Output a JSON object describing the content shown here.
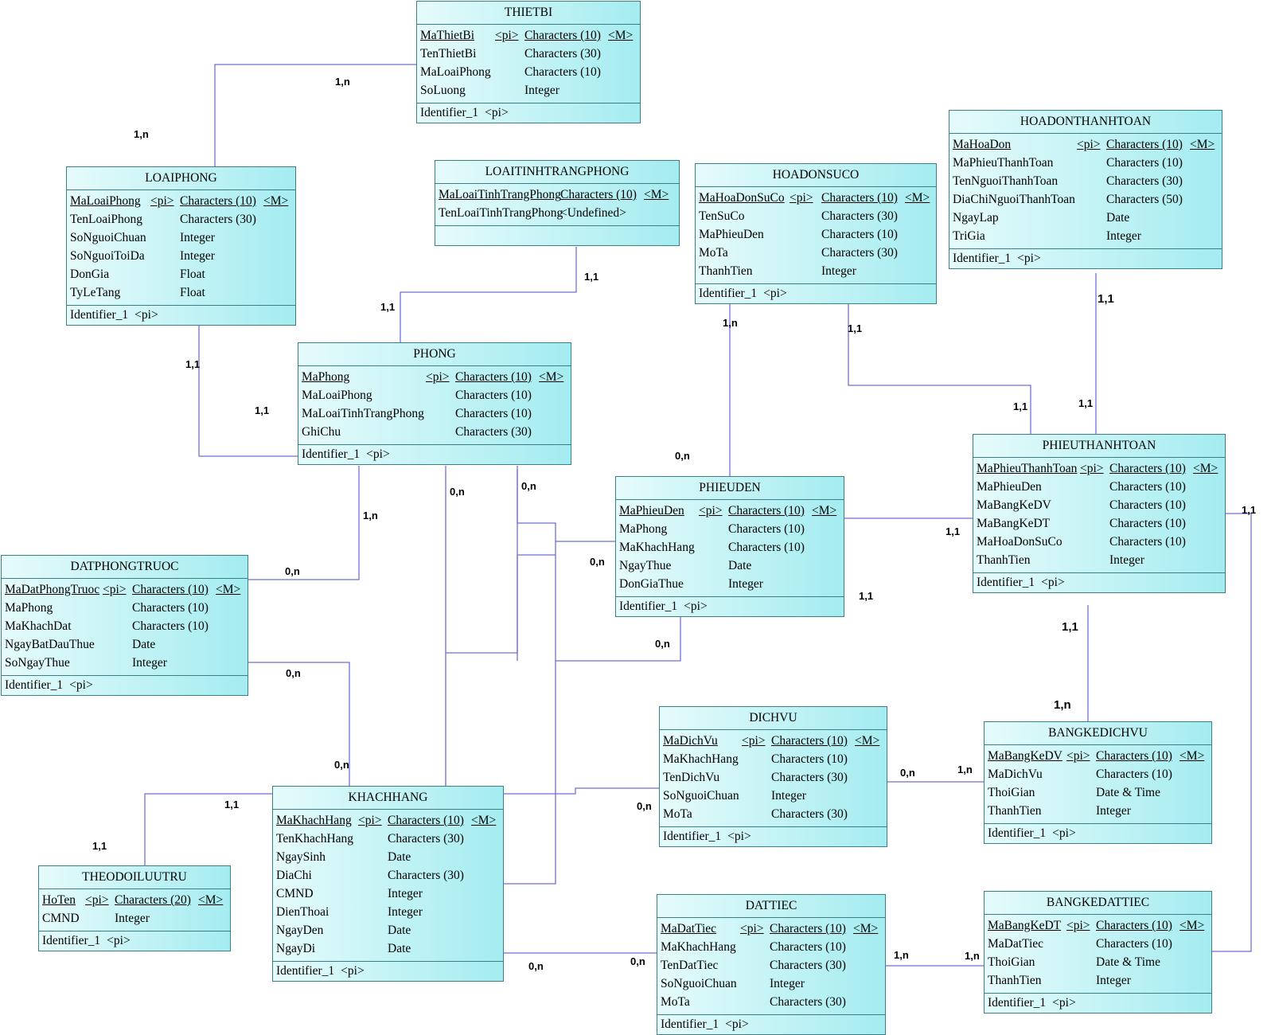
{
  "entities": [
    {
      "id": "thietbi",
      "name": "THIETBI",
      "attrs": [
        {
          "name": "MaThietBi",
          "pi": "<pi>",
          "type": "Characters (10)",
          "m": "<M>"
        },
        {
          "name": "TenThietBi",
          "type": "Characters (30)"
        },
        {
          "name": "MaLoaiPhong",
          "type": "Characters (10)"
        },
        {
          "name": "SoLuong",
          "type": "Integer"
        }
      ],
      "identifier": "Identifier_1",
      "identifier_tag": "<pi>"
    },
    {
      "id": "loaiphong",
      "name": "LOAIPHONG",
      "attrs": [
        {
          "name": "MaLoaiPhong",
          "pi": "<pi>",
          "type": "Characters (10)",
          "m": "<M>"
        },
        {
          "name": "TenLoaiPhong",
          "type": "Characters (30)"
        },
        {
          "name": "SoNguoiChuan",
          "type": "Integer"
        },
        {
          "name": "SoNguoiToiDa",
          "type": "Integer"
        },
        {
          "name": "DonGia",
          "type": "Float"
        },
        {
          "name": "TyLeTang",
          "type": "Float"
        }
      ],
      "identifier": "Identifier_1",
      "identifier_tag": "<pi>"
    },
    {
      "id": "loaitinhtrangphong",
      "name": "LOAITINHTRANGPHONG",
      "attrs": [
        {
          "name": "MaLoaiTinhTrangPhong",
          "type": "Characters (10)",
          "m": "<M>"
        },
        {
          "name": "TenLoaiTinhTrangPhong",
          "type": "<Undefined>"
        }
      ],
      "identifier": "",
      "identifier_tag": ""
    },
    {
      "id": "hoadonsuco",
      "name": "HOADONSUCO",
      "attrs": [
        {
          "name": "MaHoaDonSuCo",
          "pi": "<pi>",
          "type": "Characters (10)",
          "m": "<M>"
        },
        {
          "name": "TenSuCo",
          "type": "Characters (30)"
        },
        {
          "name": "MaPhieuDen",
          "type": "Characters (10)"
        },
        {
          "name": "MoTa",
          "type": "Characters (30)"
        },
        {
          "name": "ThanhTien",
          "type": "Integer"
        }
      ],
      "identifier": "Identifier_1",
      "identifier_tag": "<pi>"
    },
    {
      "id": "hoadonthanhtoan",
      "name": "HOADONTHANHTOAN",
      "attrs": [
        {
          "name": "MaHoaDon",
          "pi": "<pi>",
          "type": "Characters (10)",
          "m": "<M>"
        },
        {
          "name": "MaPhieuThanhToan",
          "type": "Characters (10)"
        },
        {
          "name": "TenNguoiThanhToan",
          "type": "Characters (30)"
        },
        {
          "name": "DiaChiNguoiThanhToan",
          "type": "Characters (50)"
        },
        {
          "name": "NgayLap",
          "type": "Date"
        },
        {
          "name": "TriGia",
          "type": "Integer"
        }
      ],
      "identifier": "Identifier_1",
      "identifier_tag": "<pi>"
    },
    {
      "id": "phong",
      "name": "PHONG",
      "attrs": [
        {
          "name": "MaPhong",
          "pi": "<pi>",
          "type": "Characters (10)",
          "m": "<M>"
        },
        {
          "name": "MaLoaiPhong",
          "type": "Characters (10)"
        },
        {
          "name": "MaLoaiTinhTrangPhong",
          "type": "Characters (10)"
        },
        {
          "name": "GhiChu",
          "type": "Characters (30)"
        }
      ],
      "identifier": "Identifier_1",
      "identifier_tag": "<pi>"
    },
    {
      "id": "phieuthanhtoan",
      "name": "PHIEUTHANHTOAN",
      "attrs": [
        {
          "name": "MaPhieuThanhToan",
          "pi": "<pi>",
          "type": "Characters (10)",
          "m": "<M>"
        },
        {
          "name": "MaPhieuDen",
          "type": "Characters (10)"
        },
        {
          "name": "MaBangKeDV",
          "type": "Characters (10)"
        },
        {
          "name": "MaBangKeDT",
          "type": "Characters (10)"
        },
        {
          "name": "MaHoaDonSuCo",
          "type": "Characters (10)"
        },
        {
          "name": "ThanhTien",
          "type": "Integer"
        }
      ],
      "identifier": "Identifier_1",
      "identifier_tag": "<pi>"
    },
    {
      "id": "phieuden",
      "name": "PHIEUDEN",
      "attrs": [
        {
          "name": "MaPhieuDen",
          "pi": "<pi>",
          "type": "Characters (10)",
          "m": "<M>"
        },
        {
          "name": "MaPhong",
          "type": "Characters (10)"
        },
        {
          "name": "MaKhachHang",
          "type": "Characters (10)"
        },
        {
          "name": "NgayThue",
          "type": "Date"
        },
        {
          "name": "DonGiaThue",
          "type": "Integer"
        }
      ],
      "identifier": "Identifier_1",
      "identifier_tag": "<pi>"
    },
    {
      "id": "datphongtruoc",
      "name": "DATPHONGTRUOC",
      "attrs": [
        {
          "name": "MaDatPhongTruoc",
          "pi": "<pi>",
          "type": "Characters (10)",
          "m": "<M>"
        },
        {
          "name": "MaPhong",
          "type": "Characters (10)"
        },
        {
          "name": "MaKhachDat",
          "type": "Characters (10)"
        },
        {
          "name": "NgayBatDauThue",
          "type": "Date"
        },
        {
          "name": "SoNgayThue",
          "type": "Integer"
        }
      ],
      "identifier": "Identifier_1",
      "identifier_tag": "<pi>"
    },
    {
      "id": "dichvu",
      "name": "DICHVU",
      "attrs": [
        {
          "name": "MaDichVu",
          "pi": "<pi>",
          "type": "Characters (10)",
          "m": "<M>"
        },
        {
          "name": "MaKhachHang",
          "type": "Characters (10)"
        },
        {
          "name": "TenDichVu",
          "type": "Characters (30)"
        },
        {
          "name": "SoNguoiChuan",
          "type": "Integer"
        },
        {
          "name": "MoTa",
          "type": "Characters (30)"
        }
      ],
      "identifier": "Identifier_1",
      "identifier_tag": "<pi>"
    },
    {
      "id": "bangkedichvu",
      "name": "BANGKEDICHVU",
      "attrs": [
        {
          "name": "MaBangKeDV",
          "pi": "<pi>",
          "type": "Characters (10)",
          "m": "<M>"
        },
        {
          "name": "MaDichVu",
          "type": "Characters (10)"
        },
        {
          "name": "ThoiGian",
          "type": "Date & Time"
        },
        {
          "name": "ThanhTien",
          "type": "Integer"
        }
      ],
      "identifier": "Identifier_1",
      "identifier_tag": "<pi>"
    },
    {
      "id": "khachhang",
      "name": "KHACHHANG",
      "attrs": [
        {
          "name": "MaKhachHang",
          "pi": "<pi>",
          "type": "Characters (10)",
          "m": "<M>"
        },
        {
          "name": "TenKhachHang",
          "type": "Characters (30)"
        },
        {
          "name": "NgaySinh",
          "type": "Date"
        },
        {
          "name": "DiaChi",
          "type": "Characters (30)"
        },
        {
          "name": "CMND",
          "type": "Integer"
        },
        {
          "name": "DienThoai",
          "type": "Integer"
        },
        {
          "name": "NgayDen",
          "type": "Date"
        },
        {
          "name": "NgayDi",
          "type": "Date"
        }
      ],
      "identifier": "Identifier_1",
      "identifier_tag": "<pi>"
    },
    {
      "id": "theodoiluutru",
      "name": "THEODOILUUTRU",
      "attrs": [
        {
          "name": "HoTen",
          "pi": "<pi>",
          "type": "Characters (20)",
          "m": "<M>"
        },
        {
          "name": "CMND",
          "type": "Integer"
        }
      ],
      "identifier": "Identifier_1",
      "identifier_tag": "<pi>"
    },
    {
      "id": "dattiec",
      "name": "DATTIEC",
      "attrs": [
        {
          "name": "MaDatTiec",
          "pi": "<pi>",
          "type": "Characters (10)",
          "m": "<M>"
        },
        {
          "name": "MaKhachHang",
          "type": "Characters (10)"
        },
        {
          "name": "TenDatTiec",
          "type": "Characters (30)"
        },
        {
          "name": "SoNguoiChuan",
          "type": "Integer"
        },
        {
          "name": "MoTa",
          "type": "Characters (30)"
        }
      ],
      "identifier": "Identifier_1",
      "identifier_tag": "<pi>"
    },
    {
      "id": "bangkedattiec",
      "name": "BANGKEDATTIEC",
      "attrs": [
        {
          "name": "MaBangKeDT",
          "pi": "<pi>",
          "type": "Characters (10)",
          "m": "<M>"
        },
        {
          "name": "MaDatTiec",
          "type": "Characters (10)"
        },
        {
          "name": "ThoiGian",
          "type": "Date & Time"
        },
        {
          "name": "ThanhTien",
          "type": "Integer"
        }
      ],
      "identifier": "Identifier_1",
      "identifier_tag": "<pi>"
    }
  ],
  "cardinalities": [
    {
      "id": "c01",
      "text": "1,n"
    },
    {
      "id": "c02",
      "text": "1,n"
    },
    {
      "id": "c03",
      "text": "1,1"
    },
    {
      "id": "c04",
      "text": "1,1"
    },
    {
      "id": "c05",
      "text": "1,1"
    },
    {
      "id": "c06",
      "text": "1,1"
    },
    {
      "id": "c07",
      "text": "1,n"
    },
    {
      "id": "c08",
      "text": "1,1"
    },
    {
      "id": "c09",
      "text": "1,1"
    },
    {
      "id": "c10",
      "text": "1,1"
    },
    {
      "id": "c11",
      "text": "1,1"
    },
    {
      "id": "c12",
      "text": "0,n"
    },
    {
      "id": "c13",
      "text": "0,n"
    },
    {
      "id": "c14",
      "text": "0,n"
    },
    {
      "id": "c15",
      "text": "1,n"
    },
    {
      "id": "c16",
      "text": "0,n"
    },
    {
      "id": "c17",
      "text": "0,n"
    },
    {
      "id": "c18",
      "text": "1,1"
    },
    {
      "id": "c19",
      "text": "1,1"
    },
    {
      "id": "c20",
      "text": "1,1"
    },
    {
      "id": "c21",
      "text": "0,n"
    },
    {
      "id": "c22",
      "text": "0,n"
    },
    {
      "id": "c23",
      "text": "1,1"
    },
    {
      "id": "c24",
      "text": "1,n"
    },
    {
      "id": "c25",
      "text": "0,n"
    },
    {
      "id": "c26",
      "text": "0,n"
    },
    {
      "id": "c27",
      "text": "1,n"
    },
    {
      "id": "c28",
      "text": "1,1"
    },
    {
      "id": "c29",
      "text": "1,1"
    },
    {
      "id": "c30",
      "text": "0,n"
    },
    {
      "id": "c31",
      "text": "0,n"
    },
    {
      "id": "c32",
      "text": "0,n"
    },
    {
      "id": "c33",
      "text": "1,n"
    },
    {
      "id": "c34",
      "text": "1,n"
    }
  ],
  "colors": {
    "line": "#6f6fd8",
    "border": "#3a7f85",
    "fill_start": "#e6fbfb",
    "fill_end": "#a4ecf0"
  }
}
